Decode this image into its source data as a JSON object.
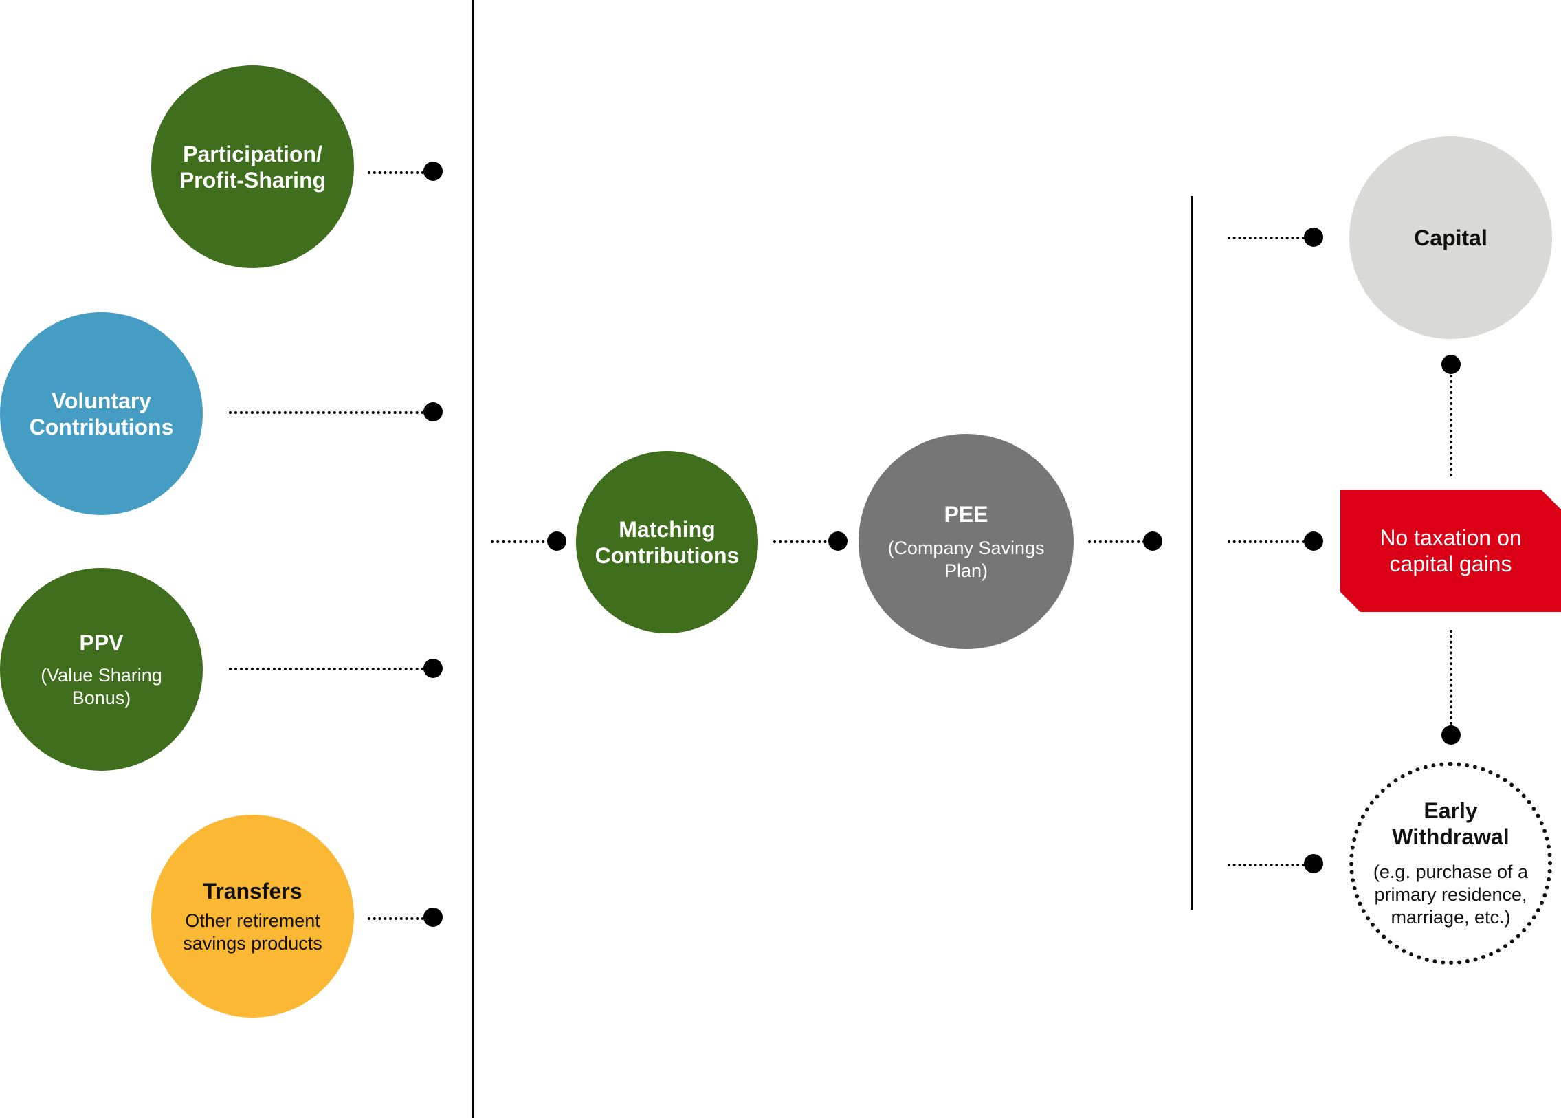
{
  "diagram": {
    "sources": [
      {
        "title": "Participation/\nProfit-Sharing",
        "subtitle": "",
        "color": "#3f6f1c"
      },
      {
        "title": "Voluntary\nContributions",
        "subtitle": "",
        "color": "#459dc3"
      },
      {
        "title": "PPV",
        "subtitle": "(Value Sharing\nBonus)",
        "color": "#3f6f1c"
      },
      {
        "title": "Transfers",
        "subtitle": "Other retirement\nsavings products",
        "color": "#fbb834"
      }
    ],
    "matching": {
      "title": "Matching\nContributions",
      "color": "#3f6f1c"
    },
    "plan": {
      "title": "PEE",
      "subtitle": "(Company Savings\nPlan)",
      "color": "#767676"
    },
    "outcomes": {
      "capital": {
        "title": "Capital",
        "color": "#d9d9d8"
      },
      "tax_note": {
        "text": "No taxation on\ncapital gains",
        "color": "#dc0016"
      },
      "early": {
        "title": "Early\nWithdrawal",
        "subtitle": "(e.g. purchase of a\nprimary residence,\nmarriage, etc.)"
      }
    }
  }
}
